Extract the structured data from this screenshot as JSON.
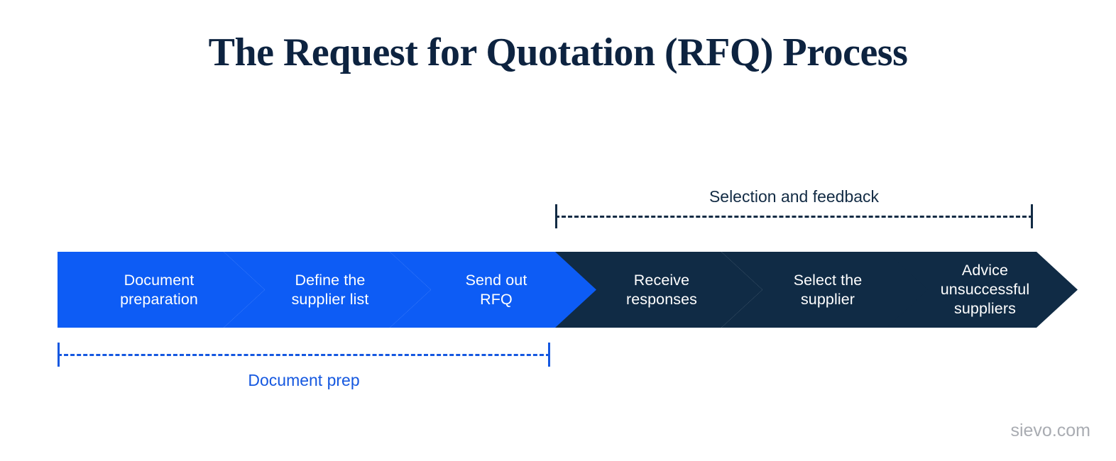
{
  "page": {
    "title": "The Request for Quotation (RFQ) Process",
    "watermark": "sievo.com",
    "background_color": "#ffffff",
    "title_color": "#0d2340"
  },
  "colors": {
    "blue": "#0d5cf5",
    "blue_dark": "#1558e0",
    "navy": "#102b45",
    "navy_title": "#0d2340",
    "white": "#ffffff",
    "watermark_gray": "#a9acb2"
  },
  "flow": {
    "name": "rfq-process-chevron-flow",
    "steps": [
      {
        "index": 1,
        "label": "Document\npreparation",
        "color": "#0d5cf5",
        "phase": "Document prep"
      },
      {
        "index": 2,
        "label": "Define the\nsupplier list",
        "color": "#0d5cf5",
        "phase": "Document prep"
      },
      {
        "index": 3,
        "label": "Send out\nRFQ",
        "color": "#0d5cf5",
        "phase": "Document prep"
      },
      {
        "index": 4,
        "label": "Receive\nresponses",
        "color": "#102b45",
        "phase": "Selection and feedback"
      },
      {
        "index": 5,
        "label": "Select the\nsupplier",
        "color": "#102b45",
        "phase": "Selection and feedback"
      },
      {
        "index": 6,
        "label": "Advice\nunsuccessful\nsuppliers",
        "color": "#102b45",
        "phase": "Selection and feedback"
      }
    ]
  },
  "brackets": [
    {
      "name": "selection-and-feedback",
      "label": "Selection and feedback",
      "position": "above",
      "color": "#122b44",
      "spans_steps": [
        4,
        5,
        6
      ]
    },
    {
      "name": "document-prep",
      "label": "Document prep",
      "position": "below",
      "color": "#1558e0",
      "spans_steps": [
        1,
        2,
        3
      ]
    }
  ]
}
